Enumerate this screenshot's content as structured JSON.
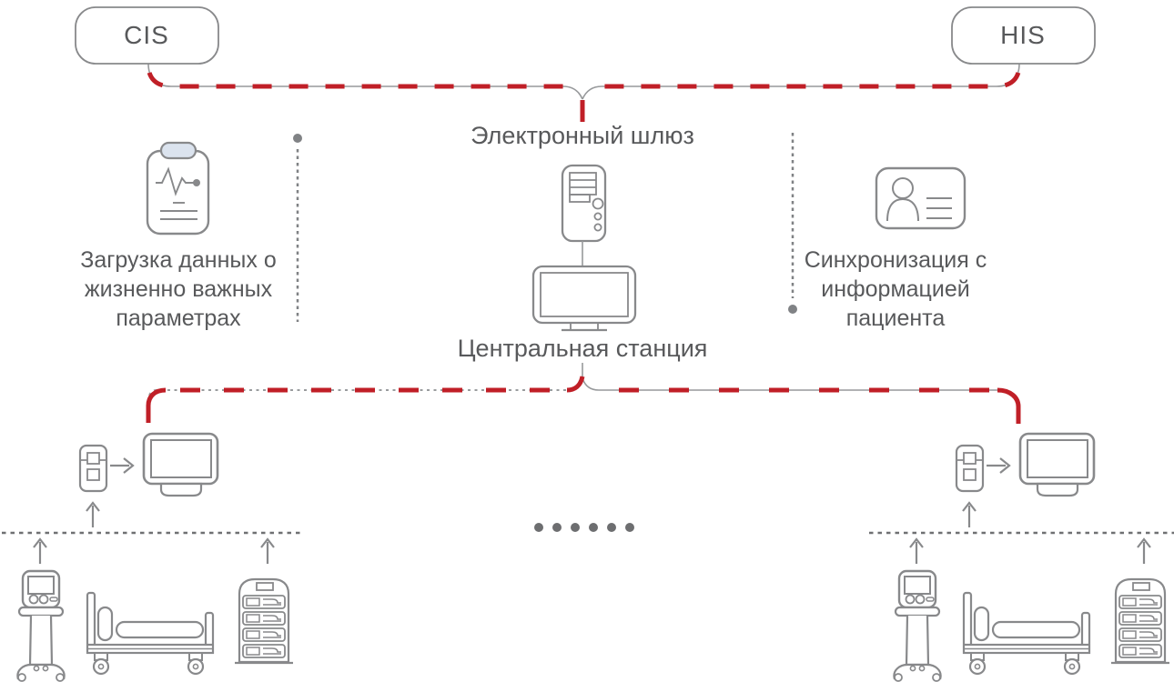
{
  "nodes": {
    "cis_label": "CIS",
    "his_label": "HIS"
  },
  "gateway": {
    "label": "Электронный шлюз",
    "icon": "server-tower-icon"
  },
  "central_station": {
    "label": "Центральная станция",
    "icon": "monitor-icon"
  },
  "left_annotation": {
    "icon": "vitals-clipboard-icon",
    "line1": "Загрузка данных о",
    "line2": "жизненно важных",
    "line3": "параметрах"
  },
  "right_annotation": {
    "icon": "patient-id-card-icon",
    "line1": "Синхронизация с",
    "line2": "информацией",
    "line3": "пациента"
  },
  "ellipsis": {
    "dot_count": 6
  },
  "bed_units": {
    "left_icons": [
      "telemetry-transmitter-icon",
      "bedside-monitor-icon",
      "ventilator-icon",
      "hospital-bed-icon",
      "infusion-pump-stack-icon"
    ],
    "right_icons": [
      "telemetry-transmitter-icon",
      "bedside-monitor-icon",
      "ventilator-icon",
      "hospital-bed-icon",
      "infusion-pump-stack-icon"
    ]
  },
  "colors": {
    "accent_red": "#c01f27",
    "line_gray": "#97999b",
    "icon_gray": "#88898b",
    "dot_gray": "#6d6e70",
    "text_gray": "#58595b",
    "clip_fill": "#dbe3ee"
  }
}
